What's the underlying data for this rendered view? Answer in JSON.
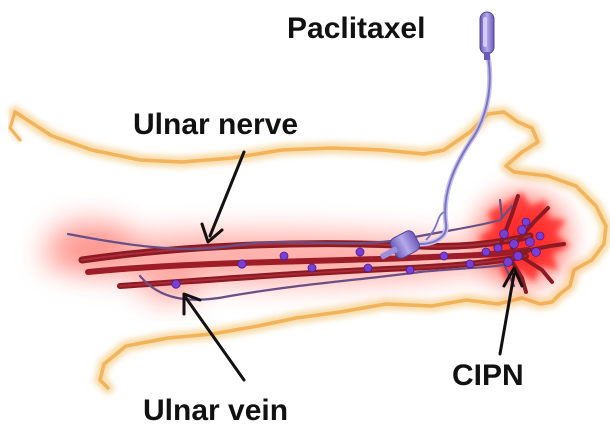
{
  "labels": {
    "paclitaxel": "Paclitaxel",
    "ulnar_nerve": "Ulnar nerve",
    "ulnar_vein": "Ulnar vein",
    "cipn": "CIPN"
  },
  "colors": {
    "arm_outline": "#f2b35a",
    "arm_glow": "#f6d59a",
    "vein_dark": "#8b1a24",
    "vein_mid": "#b2222c",
    "nerve": "#6a4f86",
    "inflammation": "#ff3a32",
    "drug_particle": "#7a3fd0",
    "syringe": "#9080cc",
    "tubing": "#7a74c4",
    "arrow": "#111111"
  },
  "icons": [
    "syringe-icon",
    "catheter-icon",
    "drug-particle-icon"
  ]
}
